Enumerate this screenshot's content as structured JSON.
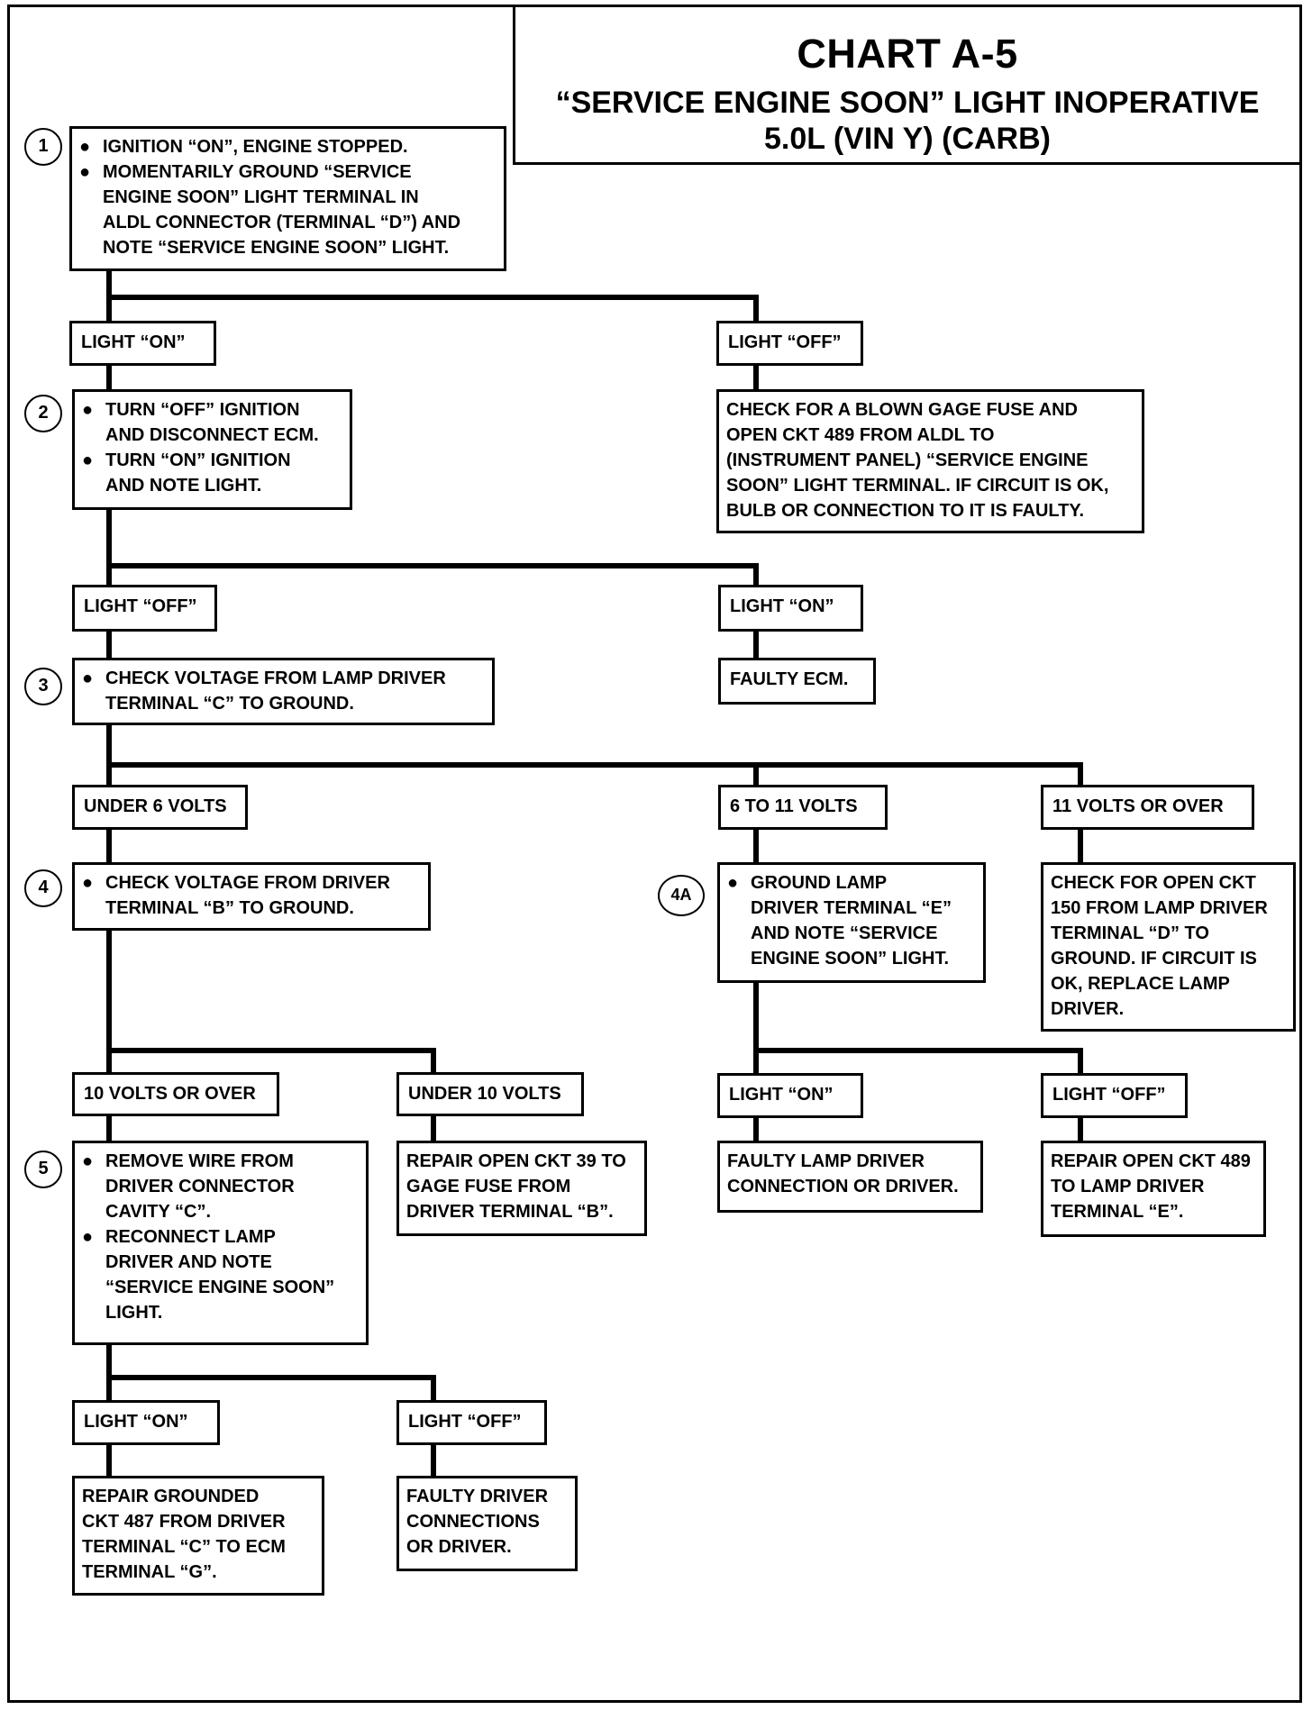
{
  "title": "CHART A-5",
  "subtitle": "“SERVICE ENGINE SOON” LIGHT INOPERATIVE",
  "engine": "5.0L  (VIN Y)  (CARB)",
  "step_numbers": [
    "1",
    "2",
    "3",
    "4",
    "4A",
    "5"
  ],
  "steps": {
    "s1": [
      "IGNITION “ON”, ENGINE STOPPED.",
      "MOMENTARILY GROUND “SERVICE\nENGINE SOON” LIGHT TERMINAL IN\nALDL CONNECTOR (TERMINAL “D”) AND\nNOTE “SERVICE ENGINE SOON” LIGHT."
    ],
    "s2": [
      "TURN “OFF” IGNITION\nAND DISCONNECT ECM.",
      "TURN “ON” IGNITION\nAND NOTE LIGHT."
    ],
    "s3": [
      "CHECK VOLTAGE FROM LAMP DRIVER\nTERMINAL “C” TO GROUND."
    ],
    "s4": [
      "CHECK VOLTAGE FROM DRIVER\nTERMINAL “B” TO GROUND."
    ],
    "s4a": [
      "GROUND LAMP\nDRIVER TERMINAL “E”\nAND NOTE “SERVICE\nENGINE SOON” LIGHT."
    ],
    "s5": [
      "REMOVE WIRE FROM\nDRIVER CONNECTOR\nCAVITY “C”.",
      "RECONNECT LAMP\nDRIVER AND NOTE\n“SERVICE ENGINE SOON”\nLIGHT."
    ]
  },
  "bullet": "●",
  "labels": {
    "l1_on": "LIGHT “ON”",
    "l1_off": "LIGHT “OFF”",
    "l2_off": "LIGHT “OFF”",
    "l2_on": "LIGHT “ON”",
    "under6": "UNDER 6 VOLTS",
    "v6to11": "6 TO 11 VOLTS",
    "v11over": "11 VOLTS OR OVER",
    "v10over": "10 VOLTS OR OVER",
    "under10": "UNDER 10 VOLTS",
    "l4a_on": "LIGHT “ON”",
    "l4a_off": "LIGHT “OFF”",
    "l5_on": "LIGHT “ON”",
    "l5_off": "LIGHT “OFF”"
  },
  "results": {
    "blown_fuse": "CHECK FOR A BLOWN GAGE FUSE AND\nOPEN CKT 489 FROM ALDL TO\n(INSTRUMENT PANEL) “SERVICE ENGINE\nSOON” LIGHT TERMINAL.  IF CIRCUIT IS OK,\nBULB OR CONNECTION TO IT IS FAULTY.",
    "faulty_ecm": "FAULTY ECM.",
    "open_ckt150": "CHECK FOR OPEN CKT\n150 FROM LAMP DRIVER\nTERMINAL “D” TO\nGROUND.  IF CIRCUIT IS\nOK, REPLACE LAMP\nDRIVER.",
    "repair_ckt39": "REPAIR OPEN CKT 39 TO\nGAGE  FUSE FROM\nDRIVER TERMINAL “B”.",
    "faulty_lamp_driver": "FAULTY LAMP DRIVER\nCONNECTION OR DRIVER.",
    "repair_ckt489": "REPAIR OPEN CKT 489\nTO LAMP DRIVER\nTERMINAL “E”.",
    "repair_ckt487": "REPAIR GROUNDED\nCKT 487 FROM DRIVER\nTERMINAL “C” TO ECM\nTERMINAL “G”.",
    "faulty_driver_conn": "FAULTY DRIVER\nCONNECTIONS\nOR DRIVER."
  }
}
